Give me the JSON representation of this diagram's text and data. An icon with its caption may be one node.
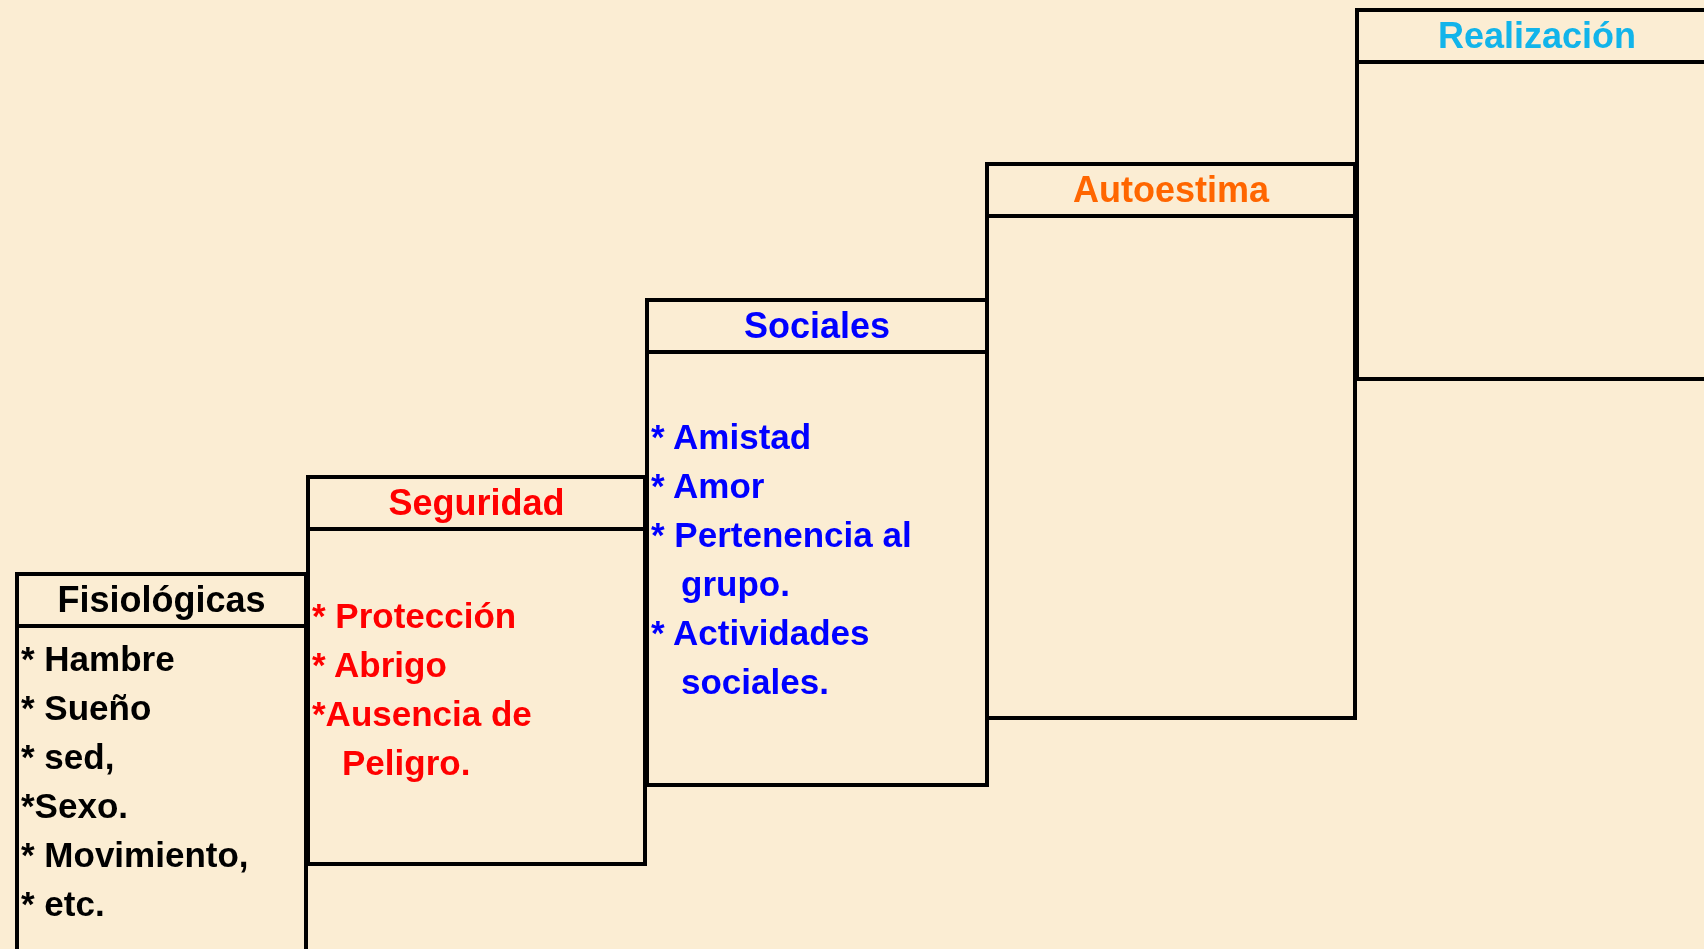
{
  "diagram": {
    "nodes": [
      {
        "text": [
          "Fisiológicas",
          "* Hambre",
          "* Sueño",
          "* sed,",
          "*Sexo.",
          "* Movimiento,",
          "* etc."
        ]
      },
      {
        "text": [
          "Seguridad",
          "* Protección",
          "* Abrigo",
          "*Ausencia de Peligro."
        ]
      },
      {
        "text": [
          "Sociales",
          "* Amistad",
          "* Amor",
          "* Pertenencia al grupo.",
          "* Actividades sociales."
        ]
      },
      {
        "text": [
          "Autoestima"
        ]
      },
      {
        "text": [
          "Realización"
        ]
      }
    ]
  }
}
